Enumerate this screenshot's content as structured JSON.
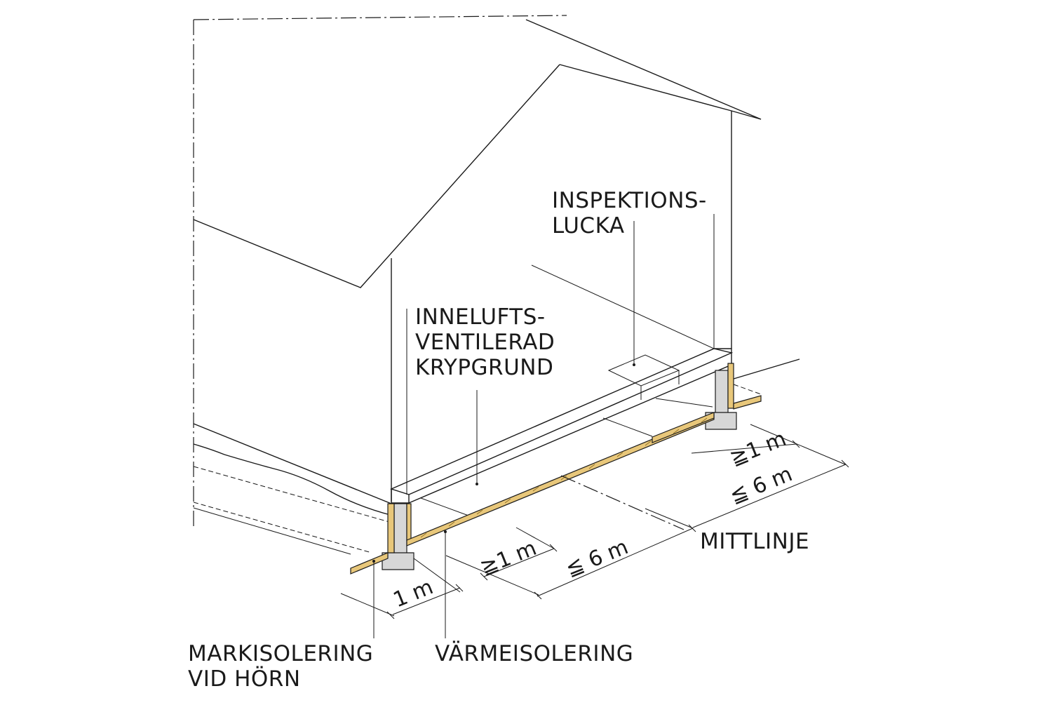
{
  "labels": {
    "inspection_hatch_line1": "INSPEKTIONS-",
    "inspection_hatch_line2": "LUCKA",
    "crawlspace_line1": "INNELUFTS-",
    "crawlspace_line2": "VENTILERAD",
    "crawlspace_line3": "KRYPGRUND",
    "centerline": "MITTLINJE",
    "ground_insulation_line1": "MARKISOLERING",
    "ground_insulation_line2": "VID HÖRN",
    "thermal_insulation": "VÄRMEISOLERING"
  },
  "dimensions": {
    "corner_width": "1 m",
    "front_min": "≧1 m",
    "front_max": "≦ 6 m",
    "back_min": "≧1 m",
    "back_max": "≦ 6 m"
  },
  "colors": {
    "insulation": "#e8c77a",
    "concrete": "#d7d7d7",
    "line": "#1a1a1a"
  }
}
